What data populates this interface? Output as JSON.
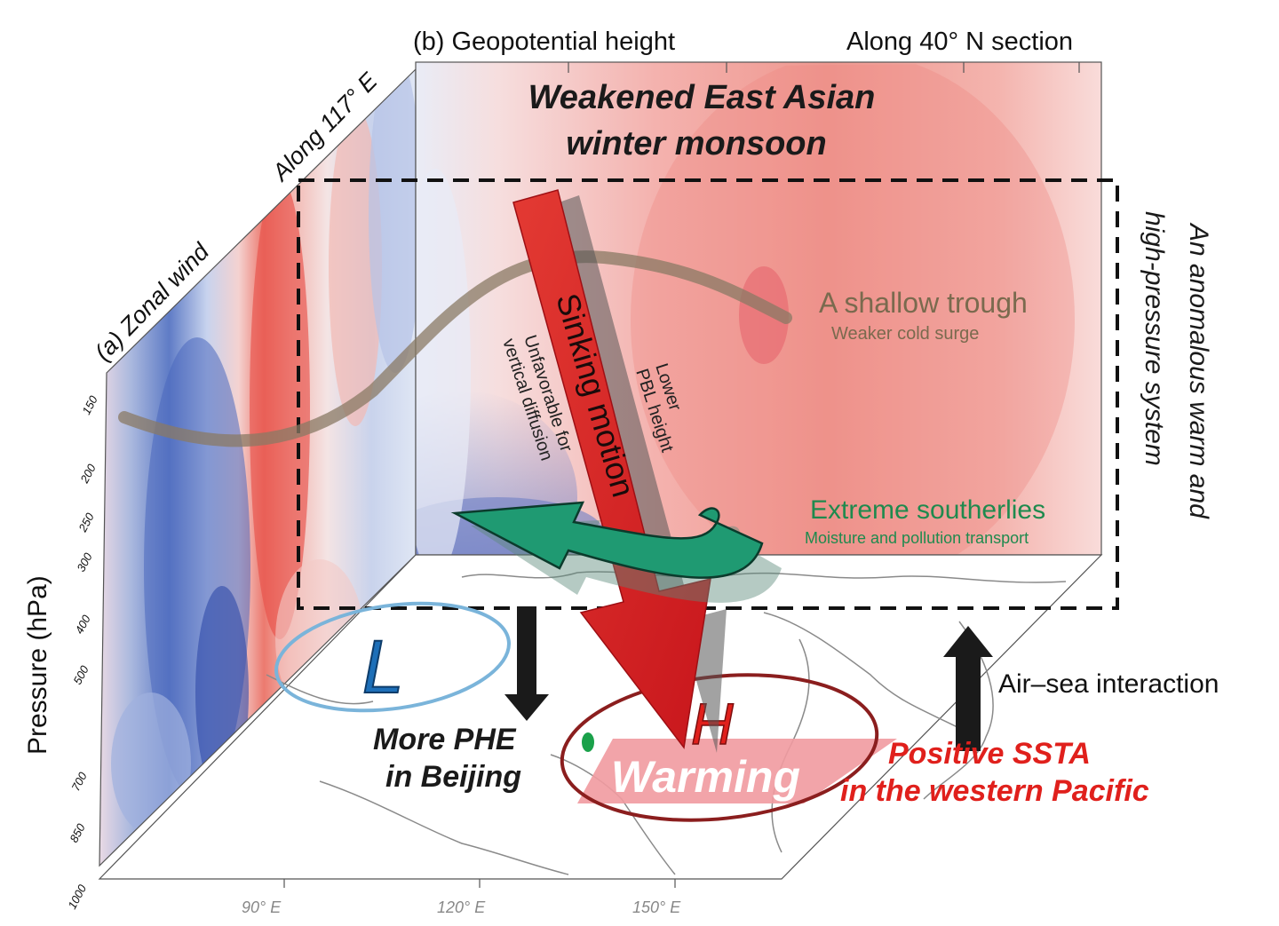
{
  "panel_a": {
    "label": "(a) Zonal wind",
    "section": "Along 117° E",
    "y_axis_title": "Pressure (hPa)",
    "pressure_ticks": [
      "150",
      "200",
      "250",
      "300",
      "400",
      "500",
      "700",
      "850",
      "1000"
    ]
  },
  "panel_b": {
    "label": "(b) Geopotential height",
    "section": "Along 40° N section"
  },
  "map": {
    "lon_ticks": [
      "90° E",
      "120° E",
      "150° E"
    ]
  },
  "annotations": {
    "monsoon_line1": "Weakened East Asian",
    "monsoon_line2": "winter monsoon",
    "sinking": "Sinking motion",
    "unfavorable_line1": "Unfavorable for",
    "unfavorable_line2": "vertical diffusion",
    "pbl_line1": "Lower",
    "pbl_line2": "PBL height",
    "trough": "A shallow trough",
    "cold_surge": "Weaker cold surge",
    "southerlies": "Extreme southerlies",
    "moisture": "Moisture and pollution transport",
    "high_pressure_line1": "An anomalous warm and",
    "high_pressure_line2": "high-pressure system",
    "air_sea": "Air–sea interaction",
    "low_symbol": "L",
    "high_symbol": "H",
    "warming": "Warming",
    "phe_line1": "More PHE",
    "phe_line2": "in Beijing",
    "ssta_line1": "Positive SSTA",
    "ssta_line2": "in the western Pacific"
  },
  "colors": {
    "anomaly_red": "#e8413c",
    "anomaly_blue": "#3b5db0",
    "trough_brown": "#8a7a64",
    "southerly_green": "#1f9a72",
    "low_blue": "#1d6fb8",
    "high_darkred": "#8b1e1e",
    "ssta_red": "#e0201c"
  }
}
